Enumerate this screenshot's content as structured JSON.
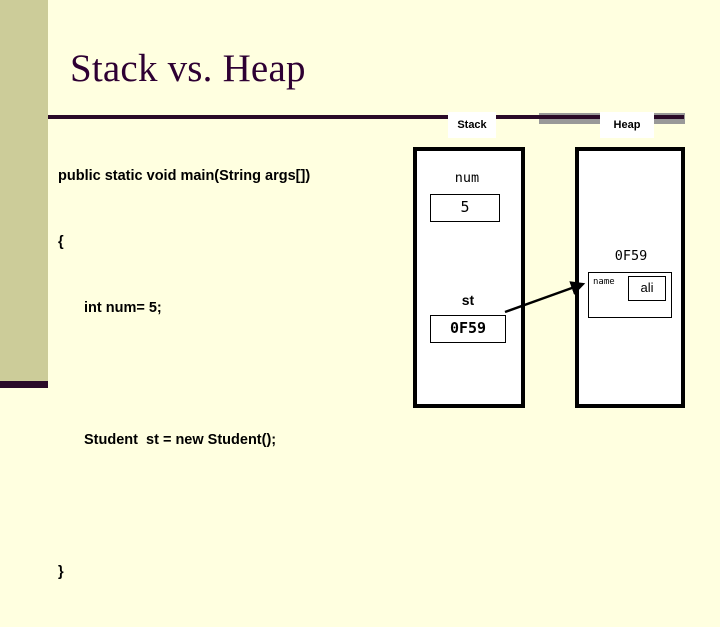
{
  "slide": {
    "title": "Stack vs. Heap",
    "theme": {
      "background": "#FFFFE0",
      "strip": "#CCCC99",
      "accent": "#2A0A28",
      "title_color": "#2E0033",
      "gray_bar": "#999999"
    }
  },
  "code": {
    "lines": [
      "public static void main(String args[])",
      "{",
      "int num= 5;",
      "",
      "Student  st = new Student();",
      "",
      "}"
    ]
  },
  "diagram": {
    "regions": [
      {
        "label": "Stack"
      },
      {
        "label": "Heap"
      }
    ],
    "stack": {
      "label": "Stack",
      "slots": [
        {
          "name": "num",
          "value": "5"
        },
        {
          "name": "st",
          "value": "0F59"
        }
      ]
    },
    "heap": {
      "label": "Heap",
      "objects": [
        {
          "address": "0F59",
          "field_name": "name",
          "field_value": "ali"
        }
      ]
    },
    "arrow": {
      "name": "reference-arrow",
      "from": "st",
      "to": "0F59"
    }
  }
}
